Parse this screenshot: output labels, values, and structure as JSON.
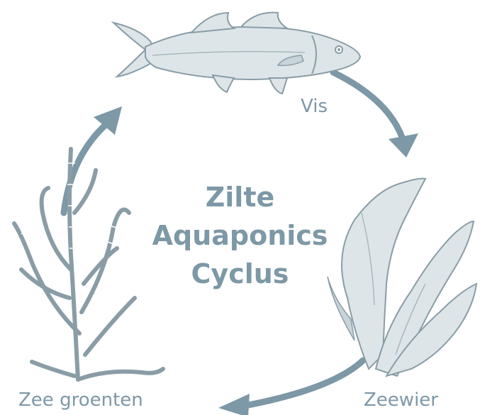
{
  "title": {
    "line1": "Zilte",
    "line2": "Aquaponics",
    "line3": "Cyclus"
  },
  "labels": {
    "fish": "Vis",
    "seaweed": "Zeewier",
    "sea_vegetables": "Zee groenten"
  },
  "illustrations": {
    "fish": "sea-bass-icon",
    "seaweed": "seaweed-icon",
    "sea_vegetables": "samphire-icon"
  },
  "colors": {
    "arrow": "#7d98a6",
    "text": "#7d98a6",
    "ink": "#8a9da6",
    "fill": "#dde5e9"
  }
}
